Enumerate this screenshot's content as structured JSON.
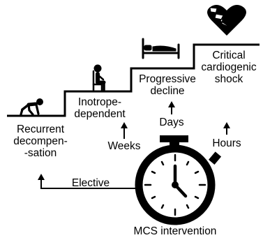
{
  "stages": [
    {
      "lines": [
        "Recurrent",
        "decompen-",
        "-sation"
      ],
      "icon": "crawling-person-icon"
    },
    {
      "lines": [
        "Inotrope-",
        "dependent"
      ],
      "icon": "seated-person-icon"
    },
    {
      "lines": [
        "Progressive",
        "decline"
      ],
      "icon": "hospital-bed-icon"
    },
    {
      "lines": [
        "Critical",
        "cardiogenic",
        "shock"
      ],
      "icon": "broken-heart-lightning-icon"
    }
  ],
  "timeframes": {
    "weeks": "Weeks",
    "days": "Days",
    "hours": "Hours",
    "elective": "Elective"
  },
  "intervention": {
    "label": "MCS intervention",
    "icon": "stopwatch-icon"
  },
  "colors": {
    "line": "#000000",
    "background": "#ffffff"
  }
}
